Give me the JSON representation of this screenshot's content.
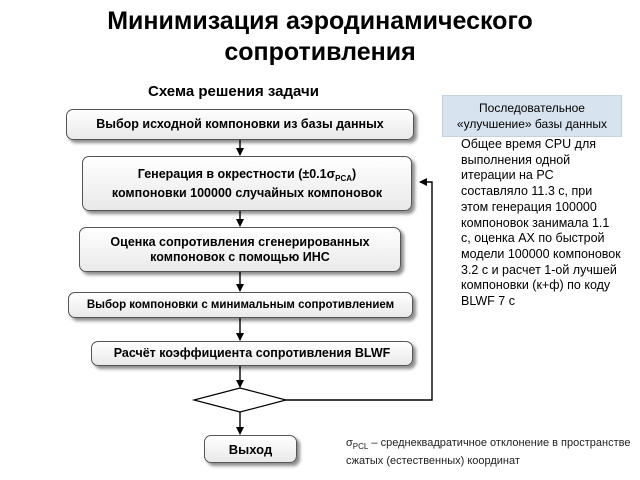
{
  "title": {
    "line1": "Минимизация аэродинамического",
    "line2": "сопротивления"
  },
  "subtitle": "Схема решения задачи",
  "flow": {
    "step1": "Выбор исходной компоновки из базы данных",
    "step2": {
      "line1_prefix": "Генерация в окрестности (±0.1σ",
      "line1_sub": "PCA",
      "line1_suffix": ")",
      "line2": "компоновки 100000 случайных компоновок"
    },
    "step3": {
      "line1": "Оценка сопротивления сгенерированных",
      "line2": "компоновок с помощью ИНС"
    },
    "step4": "Выбор компоновки с минимальным сопротивлением",
    "step5": "Расчёт коэффициента сопротивления BLWF",
    "exit": "Выход"
  },
  "note_box": {
    "line1": "Последовательное",
    "line2": "«улучшение» базы данных"
  },
  "cpu_text": "Общее время CPU для выполнения одной итерации на PC составляло 11.3 с, при этом генерация 100000 компоновок занимала 1.1 с, оценка АХ по быстрой модели 100000 компоновок 3.2 с и расчет 1-ой лучшей компоновки (к+ф) по коду BLWF 7 с",
  "sigma_note": {
    "symbol": "σ",
    "sub": "PCL",
    "text": " – среднеквадратичное отклонение в пространстве сжатых (естественных) координат"
  }
}
